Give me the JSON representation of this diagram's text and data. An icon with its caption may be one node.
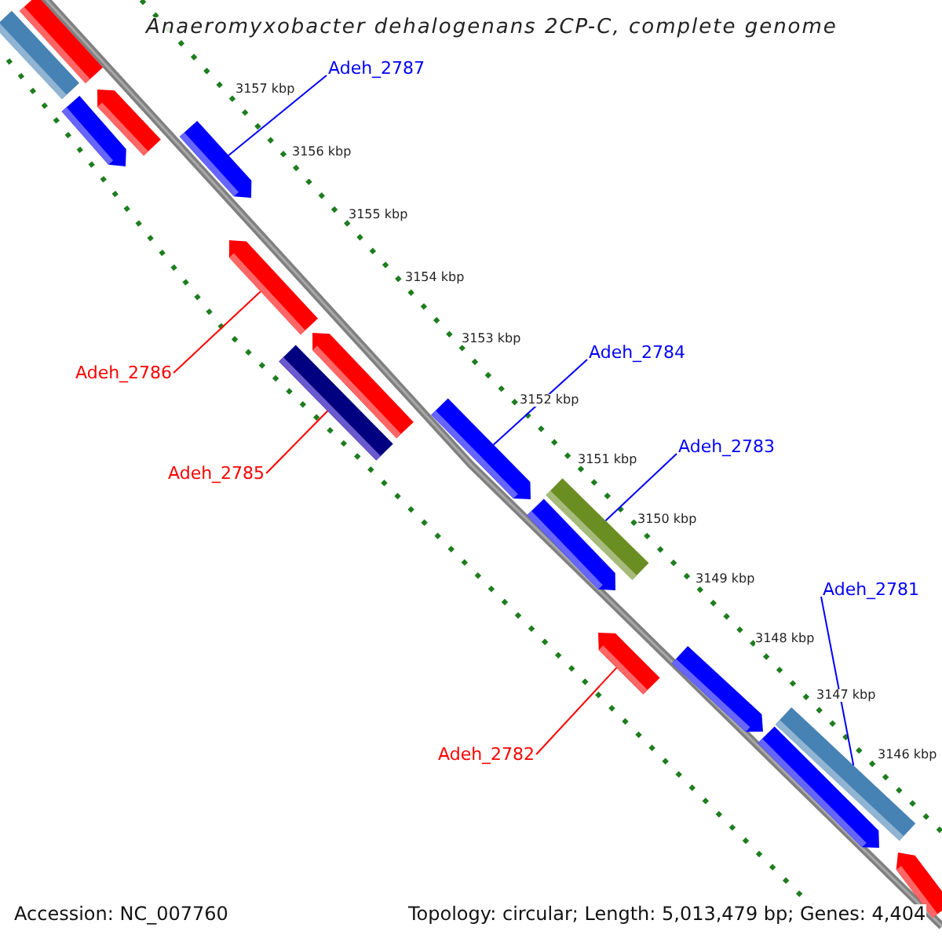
{
  "diagram": {
    "title": "Anaeromyxobacter dehalogenans 2CP-C, complete genome",
    "nodes": [
      {
        "text": [
          "Adeh_2787"
        ]
      },
      {
        "text": [
          "Adeh_2784"
        ]
      },
      {
        "text": [
          "Adeh_2786"
        ]
      },
      {
        "text": [
          "Adeh_2783"
        ]
      },
      {
        "text": [
          "Adeh_2785"
        ]
      },
      {
        "text": [
          "Adeh_2781"
        ]
      },
      {
        "text": [
          "Adeh_2782"
        ]
      },
      {
        "text": [],
        "shape": "bar"
      },
      {
        "text": [],
        "shape": "bar"
      },
      {
        "text": [],
        "shape": "bar"
      },
      {
        "text": [],
        "shape": "bar"
      },
      {
        "text": [],
        "shape": "bar"
      },
      {
        "text": [],
        "shape": "bar"
      },
      {
        "text": [],
        "shape": "bar"
      },
      {
        "text": [],
        "shape": "bar"
      },
      {
        "text": [],
        "shape": "bar"
      },
      {
        "text": [],
        "shape": "bar"
      },
      {
        "text": [],
        "shape": "bar"
      },
      {
        "text": [],
        "shape": "bar"
      },
      {
        "text": [],
        "shape": "bar"
      },
      {
        "text": [],
        "shape": "bar"
      },
      {
        "text": [],
        "shape": "bar"
      },
      {
        "text": [],
        "shape": "bar"
      }
    ],
    "edges": [
      {
        "from": 0,
        "to": 11,
        "arrow": "none"
      },
      {
        "from": 1,
        "to": 15,
        "arrow": "none"
      },
      {
        "from": 2,
        "to": 12,
        "arrow": "none",
        "color": "#ff0000"
      },
      {
        "from": 3,
        "to": 16,
        "arrow": "none"
      },
      {
        "from": 4,
        "to": 14,
        "arrow": "none",
        "color": "#ff0000"
      },
      {
        "from": 5,
        "to": 20,
        "arrow": "none"
      },
      {
        "from": 6,
        "to": 18,
        "arrow": "none",
        "color": "#ff0000"
      }
    ],
    "labels": [
      "3157 kbp",
      "3156 kbp",
      "3155 kbp",
      "3154 kbp",
      "3153 kbp",
      "3152 kbp",
      "3151 kbp",
      "3150 kbp",
      "3149 kbp",
      "3148 kbp",
      "3147 kbp",
      "3146 kbp",
      "Accession: NC_007760",
      "Topology: circular; Length: 5,013,479 bp; Genes: 4,404"
    ]
  }
}
